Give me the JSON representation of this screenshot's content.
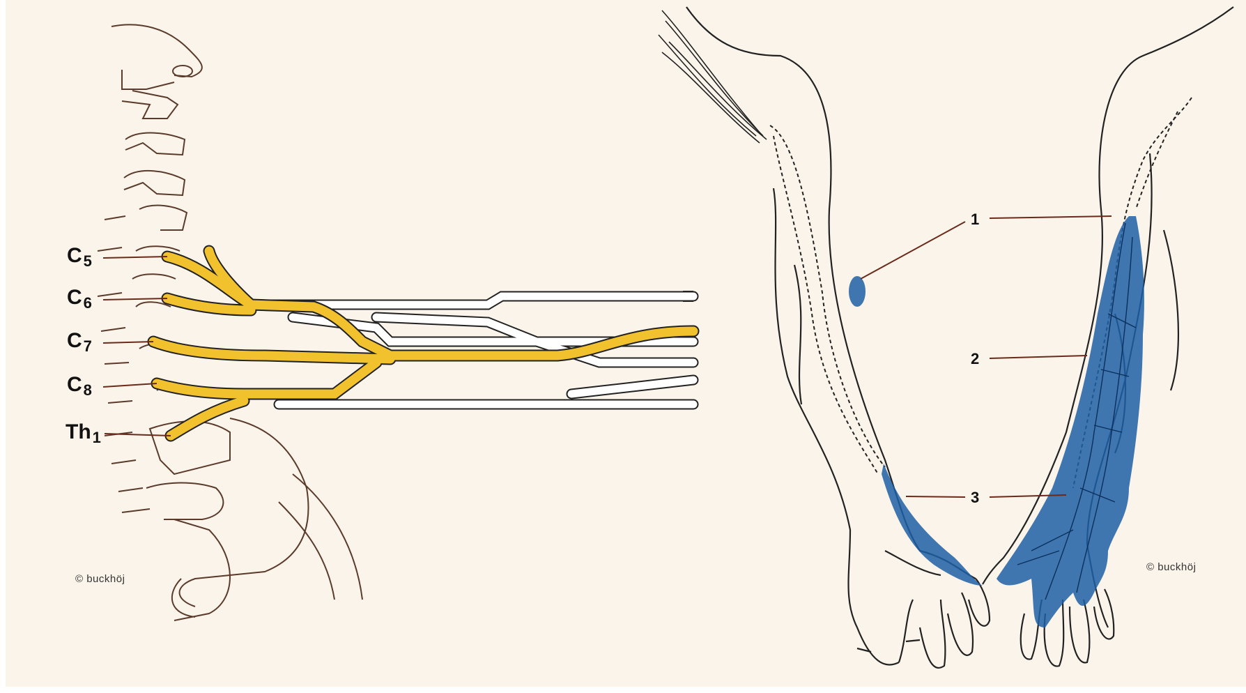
{
  "roots": [
    {
      "main": "C",
      "sub": "5"
    },
    {
      "main": "C",
      "sub": "6"
    },
    {
      "main": "C",
      "sub": "7"
    },
    {
      "main": "C",
      "sub": "8"
    },
    {
      "main": "Th",
      "sub": "1"
    }
  ],
  "callouts": [
    "1",
    "2",
    "3"
  ],
  "credit_left": "© buckhöj",
  "credit_right": "© buckhöj",
  "colors": {
    "background": "#fbf4ea",
    "nerve_highlight": "#f2c12e",
    "anesthesia_blue": "#1d5fa6",
    "outline": "#222222",
    "spine_outline": "#5a3a2a"
  }
}
